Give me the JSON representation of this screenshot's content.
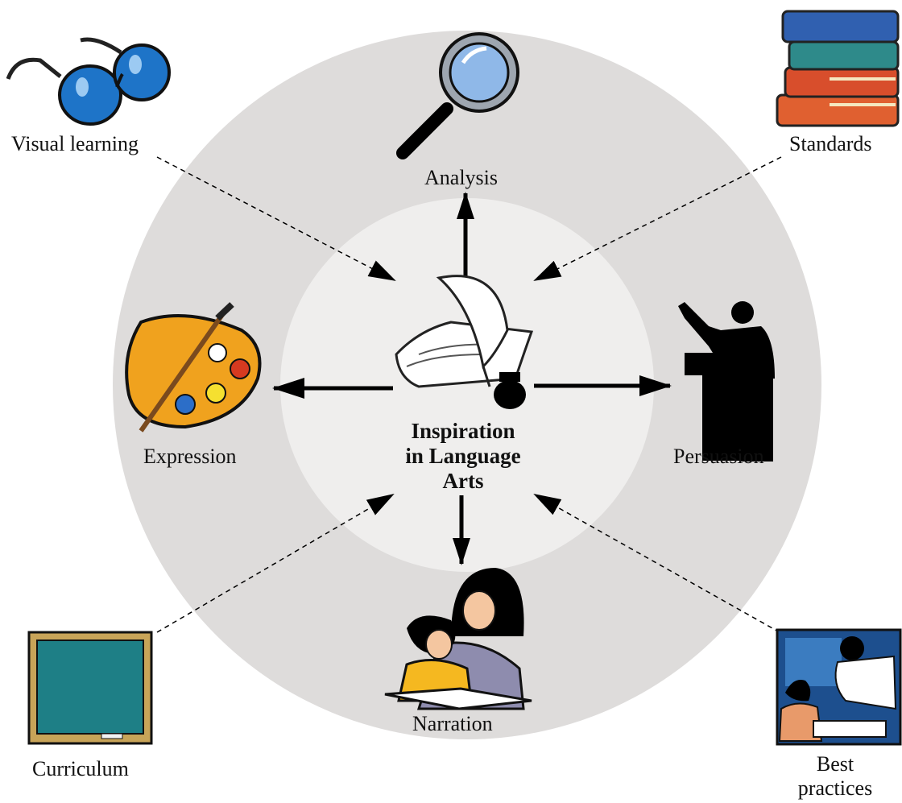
{
  "center": {
    "title_lines": [
      "Inspiration",
      "in Language",
      "Arts"
    ],
    "icon": "quill-scroll-inkwell-icon"
  },
  "outputs": [
    {
      "label": "Analysis",
      "icon": "magnifying-glass-icon"
    },
    {
      "label": "Expression",
      "icon": "paint-palette-icon"
    },
    {
      "label": "Persuasion",
      "icon": "speaker-at-podium-icon"
    },
    {
      "label": "Narration",
      "icon": "parent-reading-to-child-icon"
    }
  ],
  "inputs": [
    {
      "label": "Visual learning",
      "icon": "eyeglasses-icon"
    },
    {
      "label": "Standards",
      "icon": "book-stack-icon"
    },
    {
      "label": "Curriculum",
      "icon": "chalkboard-icon"
    },
    {
      "label_lines": [
        "Best",
        "practices"
      ],
      "icon": "teacher-with-student-icon"
    }
  ],
  "colors": {
    "outer_ring": "#dedcdb",
    "inner_circle": "#efeeed",
    "arrow": "#000000",
    "chalkboard": "#1e7f86",
    "palette": "#f0a21e",
    "glasses_lens": "#1e74c8"
  }
}
